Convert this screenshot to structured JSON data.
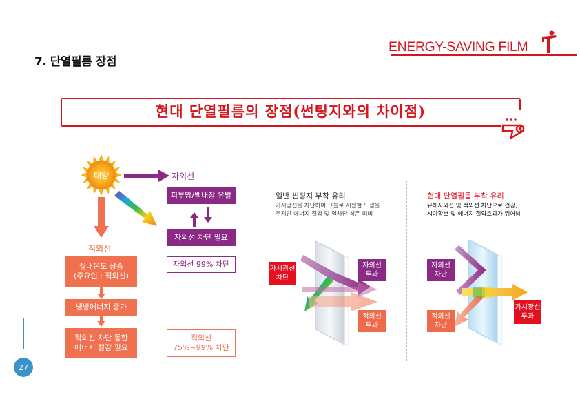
{
  "header": {
    "section_title": "7. 단열필름 장점",
    "brand": "ENERGY-SAVING FILM"
  },
  "title_box": {
    "text": "현대 단열필름의 장점(썬팅지와의 차이점)",
    "deco_dots": "..."
  },
  "diagram": {
    "sun_label": "태양",
    "uv_label": "자외선",
    "ir_label": "적외선",
    "uv_effect": "피부암/백내장 유발",
    "uv_need": "자외선 차단 필요",
    "uv_block": "자외선 99% 차단",
    "ir_step1_line1": "실내온도 상승",
    "ir_step1_line2": "(주요인 : 적외선)",
    "ir_step2": "냉방에너지 증가",
    "ir_step3_line1": "적외선 차단 통한",
    "ir_step3_line2": "에너지 절감 필요",
    "ir_block_line1": "적외선",
    "ir_block_line2": "75%~99% 차단"
  },
  "panel_general": {
    "title": "일반 썬팅지 부착 유리",
    "desc_line1": "가시광선을 차단하여 그늘로 시원한 느낌을",
    "desc_line2": "주지만 에너지 절감 및 열차단 성은 미비",
    "visible_block_line1": "가시광선",
    "visible_block_line2": "차단",
    "uv_pass_line1": "자외선",
    "uv_pass_line2": "투과",
    "ir_pass_line1": "적외선",
    "ir_pass_line2": "투과"
  },
  "panel_modern": {
    "title": "현대 단열필름 부착 유리",
    "desc_line1": "유해자외선 및 적외선 차단으로 건강,",
    "desc_line2": "시야확보 및 에너지 절약효과가 뛰어남",
    "uv_block_line1": "자외선",
    "uv_block_line2": "차단",
    "ir_block_line1": "적외선",
    "ir_block_line2": "차단",
    "visible_pass_line1": "가시광선",
    "visible_pass_line2": "투과"
  },
  "page_number": "27",
  "colors": {
    "brand_red": "#d4161f",
    "purple": "#8a2a84",
    "orange": "#ef7150",
    "blue": "#3a93c6"
  }
}
